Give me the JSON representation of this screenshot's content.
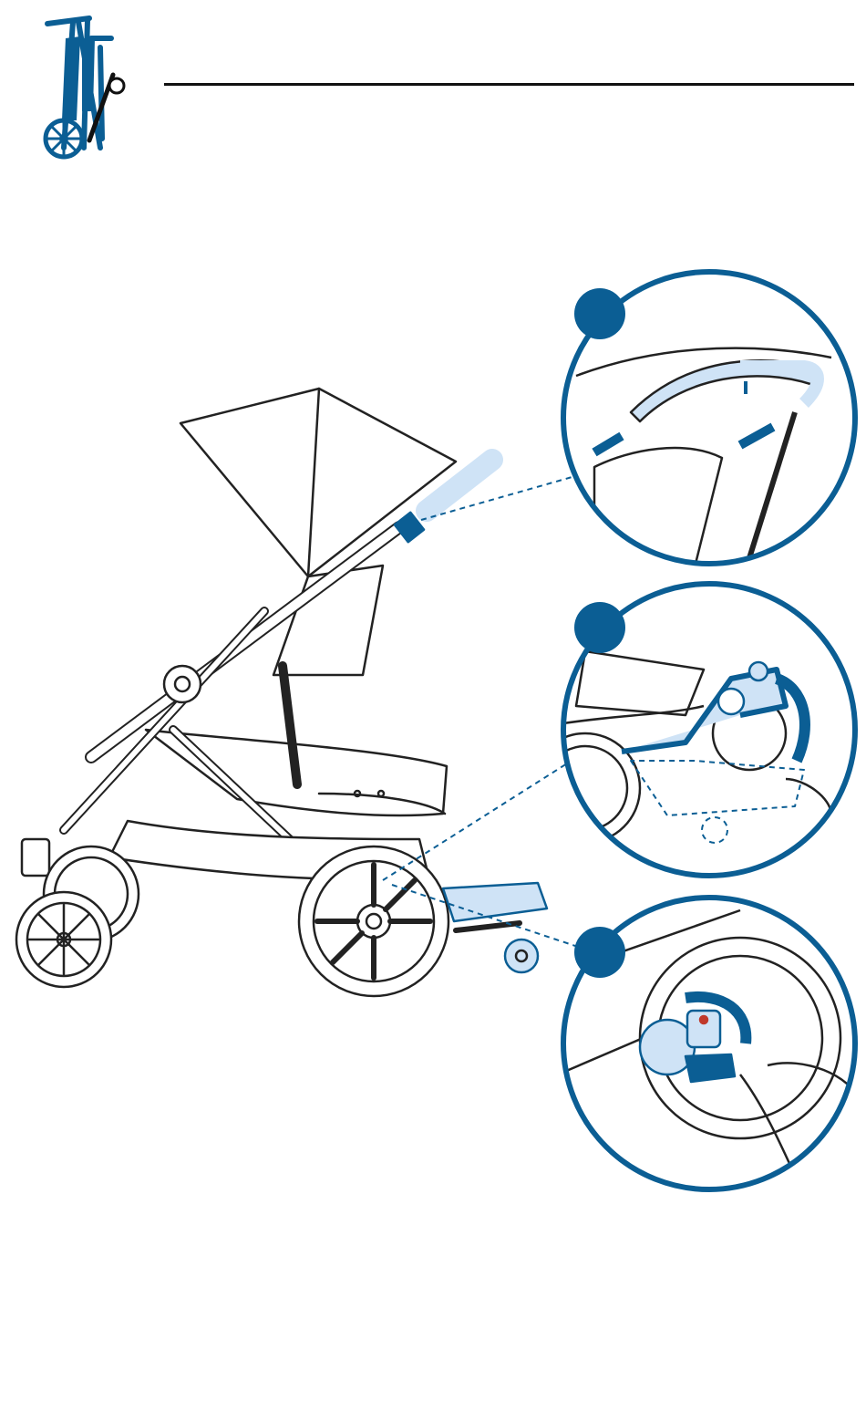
{
  "header": {
    "icon": "folded-stroller-icon"
  },
  "illustration": {
    "subject": "stroller-with-ride-board",
    "callouts": [
      {
        "number": "",
        "icon": "handlebar-detail"
      },
      {
        "number": "",
        "icon": "ride-board-attach-detail"
      },
      {
        "number": "",
        "icon": "brake-pedal-detail"
      }
    ]
  },
  "colors": {
    "accent": "#0b5e94",
    "highlight": "#cfe3f6",
    "line": "#222222"
  }
}
